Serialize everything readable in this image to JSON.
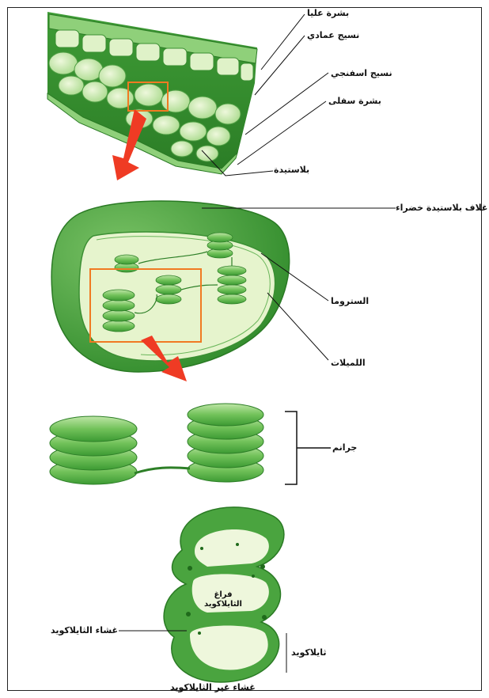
{
  "colors": {
    "dark_green": "#2f8a2a",
    "mid_green": "#56b34a",
    "light_green": "#a9dc8f",
    "pale_green": "#e7f5cf",
    "cell_fill": "#d9efbf",
    "arrow_red": "#ef3b24",
    "box_orange": "#f07a22"
  },
  "labels": {
    "upper_epidermis": "بشرة عليا",
    "palisade_tissue": "نسيج عمادي",
    "spongy_tissue": "نسيج اسفنجي",
    "lower_epidermis": "بشرة سفلى",
    "chloroplast": "بلاستيدة",
    "chloroplast_envelope": "غلاف بلاستيدة خضراء",
    "stroma": "الستروما",
    "lamella": "اللميلات",
    "granum": "جرانم",
    "thylakoid_space": "فراغ الثايلاكويد",
    "thylakoid_membrane": "غشاء الثايلاكويد",
    "thylakoid": "ثايلاكويد",
    "membrane_of_thylakoid": "غشاء غير الثايلاكويد"
  }
}
